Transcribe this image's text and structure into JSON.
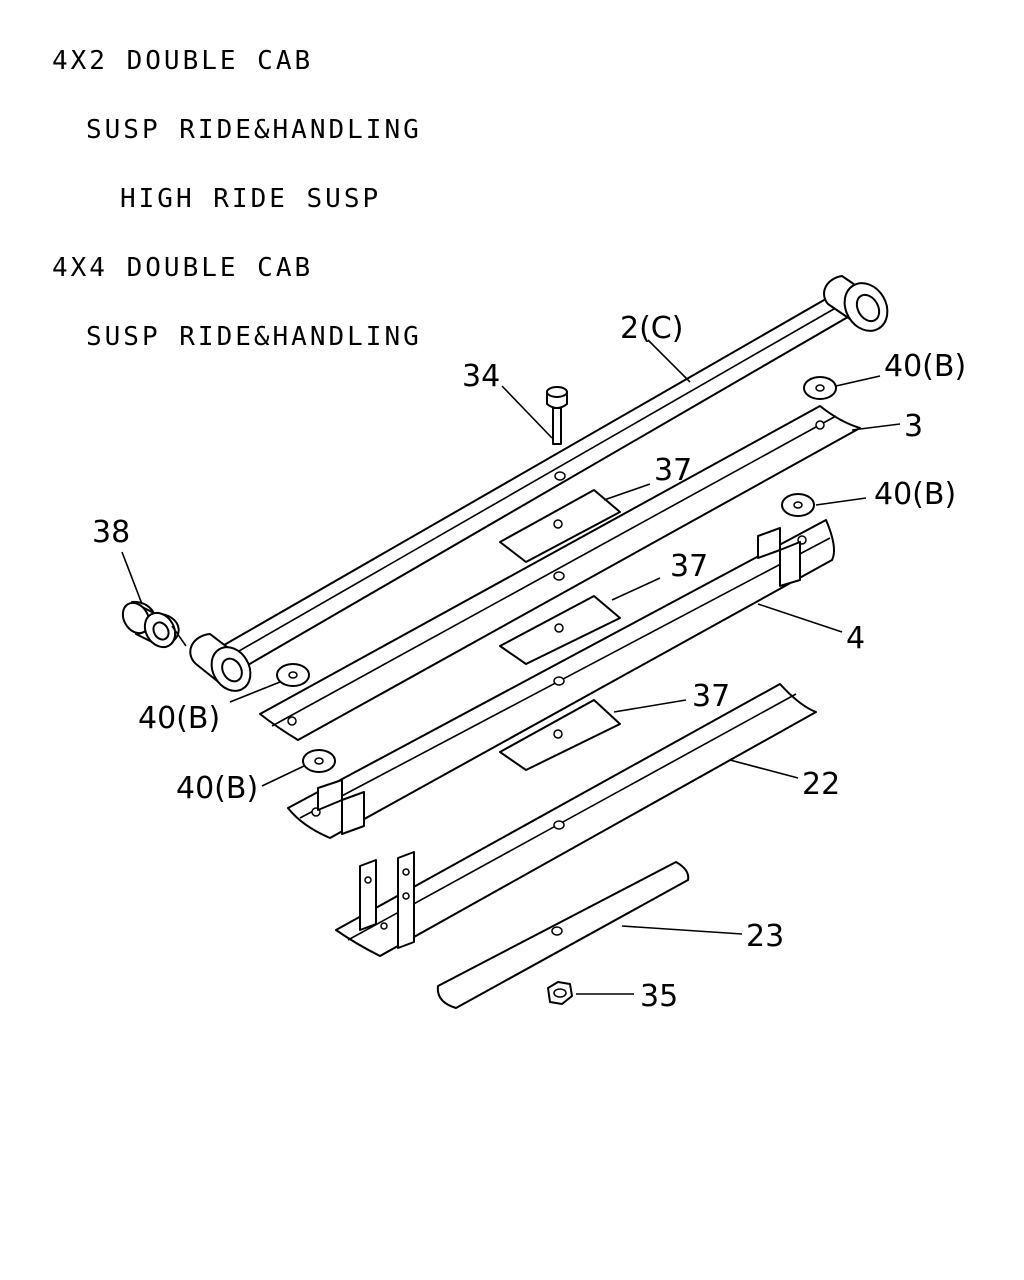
{
  "header": {
    "lines": [
      "4X2 DOUBLE CAB",
      "SUSP RIDE&HANDLING",
      "HIGH RIDE SUSP",
      "4X4 DOUBLE CAB",
      "SUSP RIDE&HANDLING"
    ]
  },
  "callouts": {
    "main_leaf": "2(C)",
    "center_bolt": "34",
    "washer_top_right": "40(B)",
    "leaf_3": "3",
    "pad_1": "37",
    "washer_mid_right": "40(B)",
    "bushing": "38",
    "pad_2": "37",
    "leaf_4": "4",
    "washer_left_1": "40(B)",
    "pad_3": "37",
    "washer_left_2": "40(B)",
    "leaf_22": "22",
    "leaf_23": "23",
    "nut": "35"
  }
}
